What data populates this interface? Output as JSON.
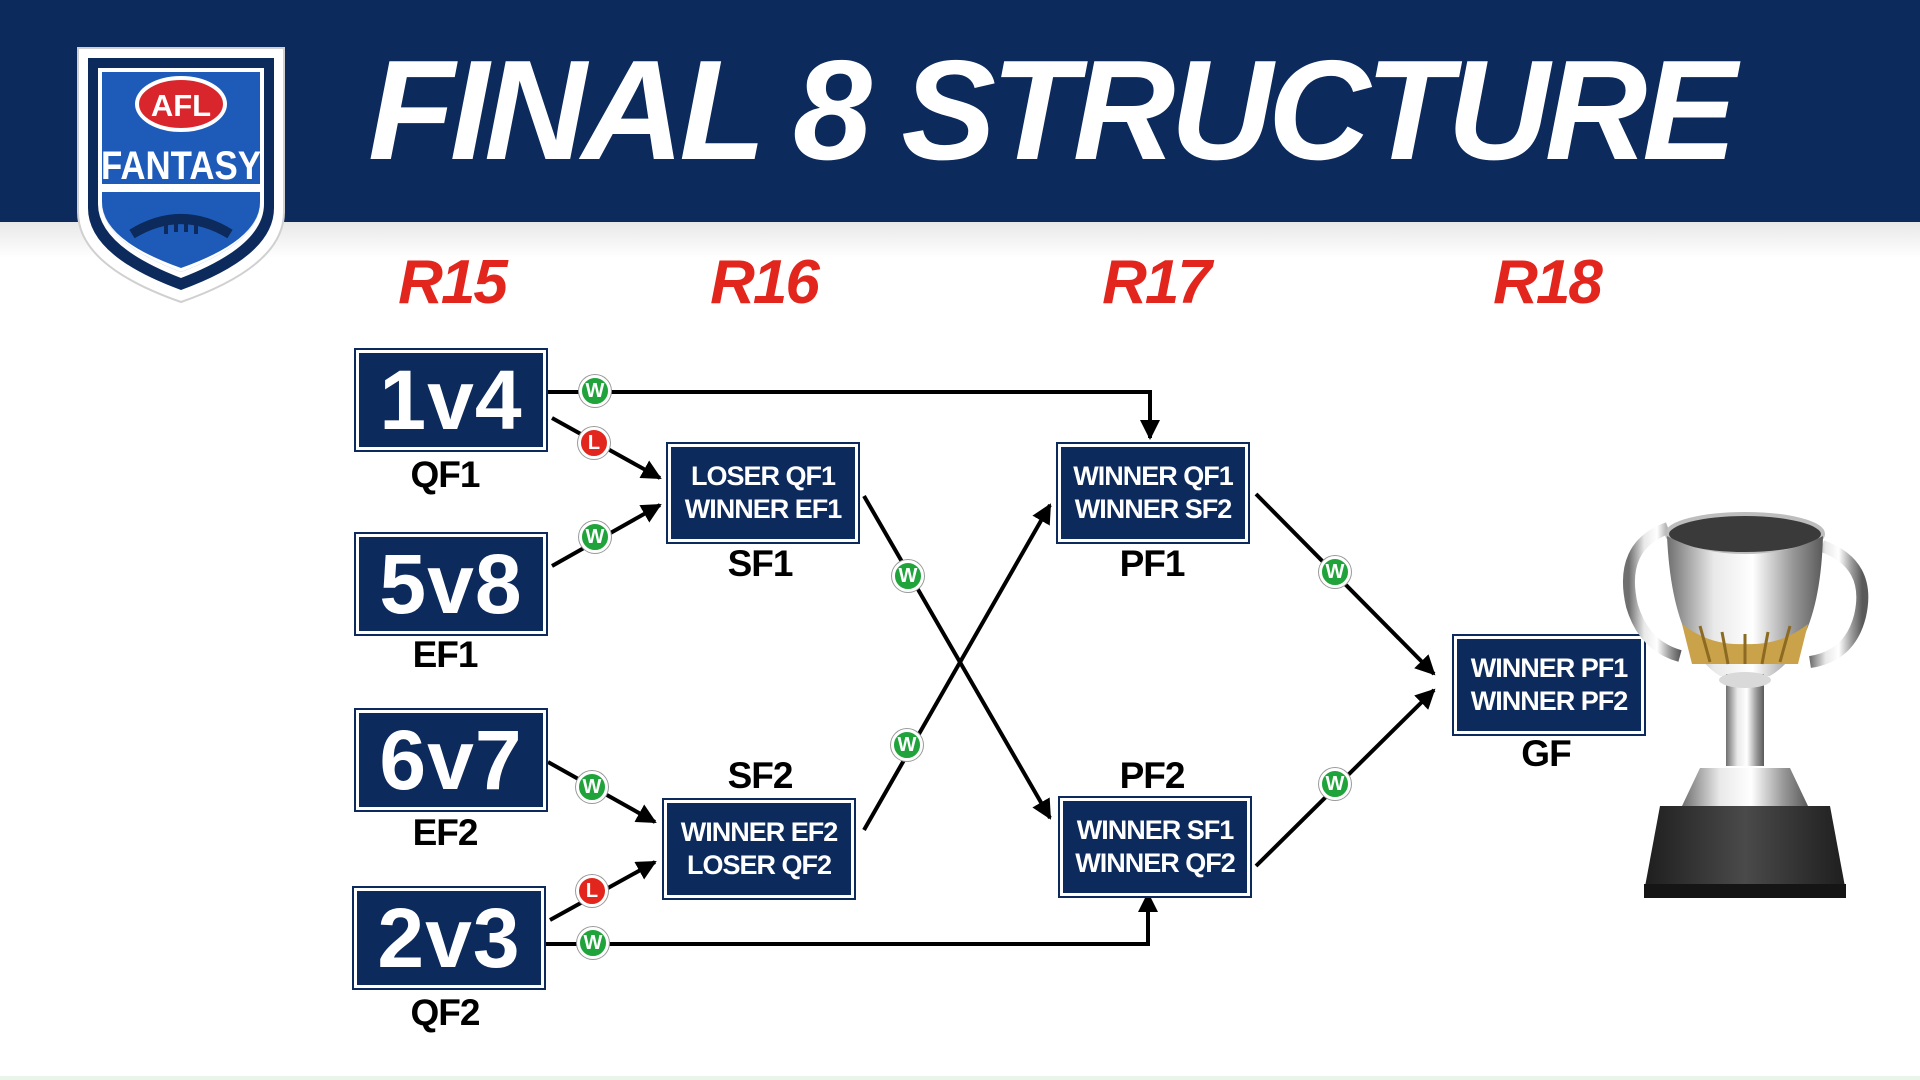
{
  "header": {
    "title": "FINAL 8 STRUCTURE"
  },
  "logo": {
    "top_text": "AFL",
    "bottom_text": "FANTASY"
  },
  "rounds": [
    "R15",
    "R16",
    "R17",
    "R18"
  ],
  "matches": {
    "qf1": {
      "line1": "1v4",
      "label": "QF1"
    },
    "ef1": {
      "line1": "5v8",
      "label": "EF1"
    },
    "ef2": {
      "line1": "6v7",
      "label": "EF2"
    },
    "qf2": {
      "line1": "2v3",
      "label": "QF2"
    },
    "sf1": {
      "line1": "LOSER QF1",
      "line2": "WINNER EF1",
      "label": "SF1"
    },
    "sf2": {
      "line1": "WINNER EF2",
      "line2": "LOSER QF2",
      "label": "SF2"
    },
    "pf1": {
      "line1": "WINNER QF1",
      "line2": "WINNER SF2",
      "label": "PF1"
    },
    "pf2": {
      "line1": "WINNER SF1",
      "line2": "WINNER QF2",
      "label": "PF2"
    },
    "gf": {
      "line1": "WINNER PF1",
      "line2": "WINNER PF2",
      "label": "GF"
    }
  },
  "badges": {
    "win": "W",
    "loss": "L"
  },
  "colors": {
    "navy": "#0c2a5c",
    "round_red": "#e3261d",
    "win_green": "#1fa33a",
    "loss_red": "#e3261d"
  }
}
